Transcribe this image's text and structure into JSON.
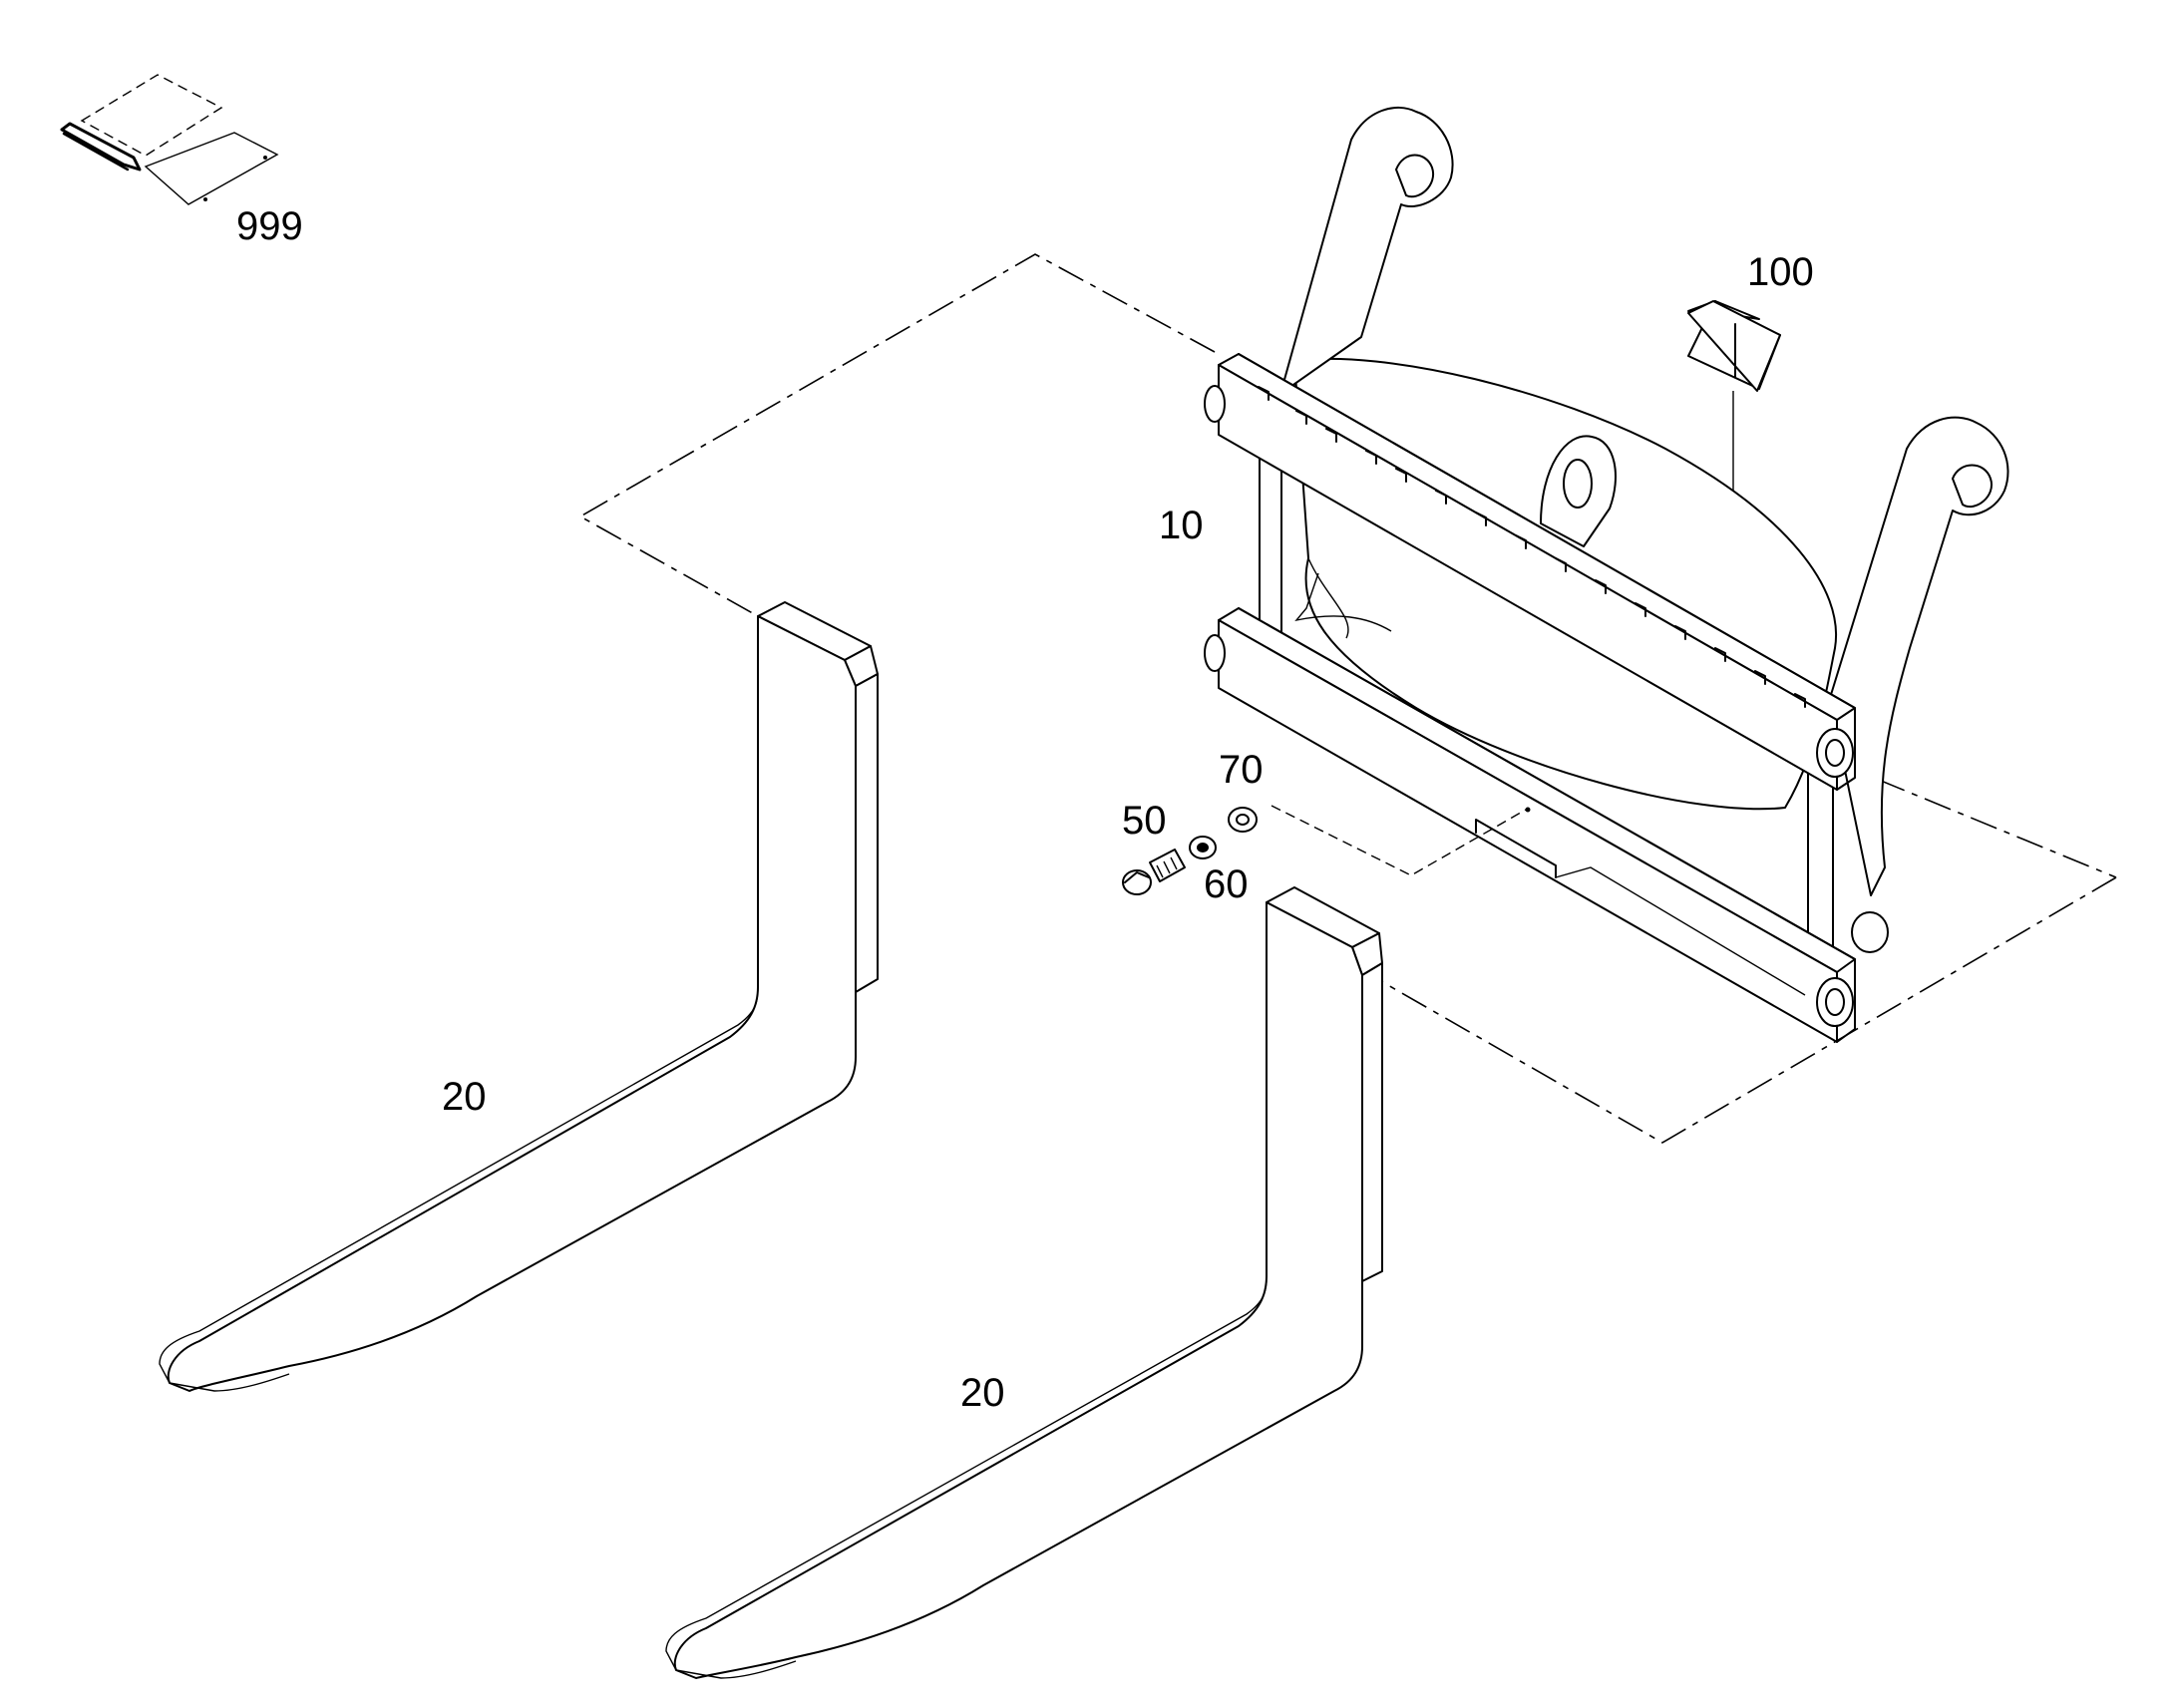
{
  "callouts": {
    "manual": "999",
    "label_plate": "100",
    "carriage": "10",
    "bolt": "50",
    "washer_spring": "60",
    "washer_flat": "70",
    "fork_left": "20",
    "fork_right": "20"
  },
  "colors": {
    "line": "#000000",
    "background": "#ffffff"
  }
}
